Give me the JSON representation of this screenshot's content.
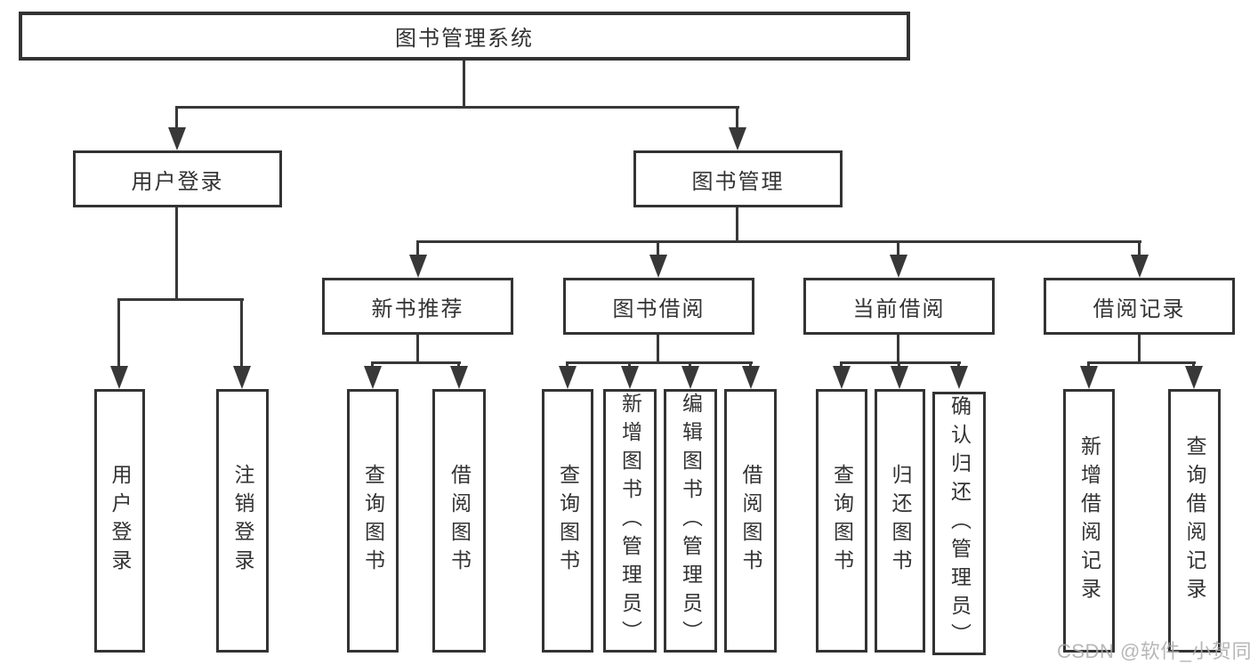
{
  "nodes": {
    "root": "图书管理系统",
    "user_login_group": "用户登录",
    "book_management": "图书管理",
    "new_book_recommend": "新书推荐",
    "book_borrowing": "图书借阅",
    "current_borrowing": "当前借阅",
    "borrowing_records": "借阅记录",
    "user_login": "用户登录",
    "logout": "注销登录",
    "query_book_1": "查询图书",
    "borrow_book_1": "借阅图书",
    "query_book_2": "查询图书",
    "add_book_admin": "新增图书（管理员）",
    "edit_book_admin": "编辑图书（管理员）",
    "borrow_book_2": "借阅图书",
    "query_book_3": "查询图书",
    "return_book": "归还图书",
    "confirm_return_admin": "确认归还（管理员）",
    "add_borrow_record": "新增借阅记录",
    "query_borrow_record": "查询借阅记录"
  },
  "watermark": "CSDN @软件_小贺同学",
  "colors": {
    "line": "#383838",
    "border": "#333333",
    "text": "#333333",
    "watermark": "#ababab",
    "background": "#ffffff"
  }
}
